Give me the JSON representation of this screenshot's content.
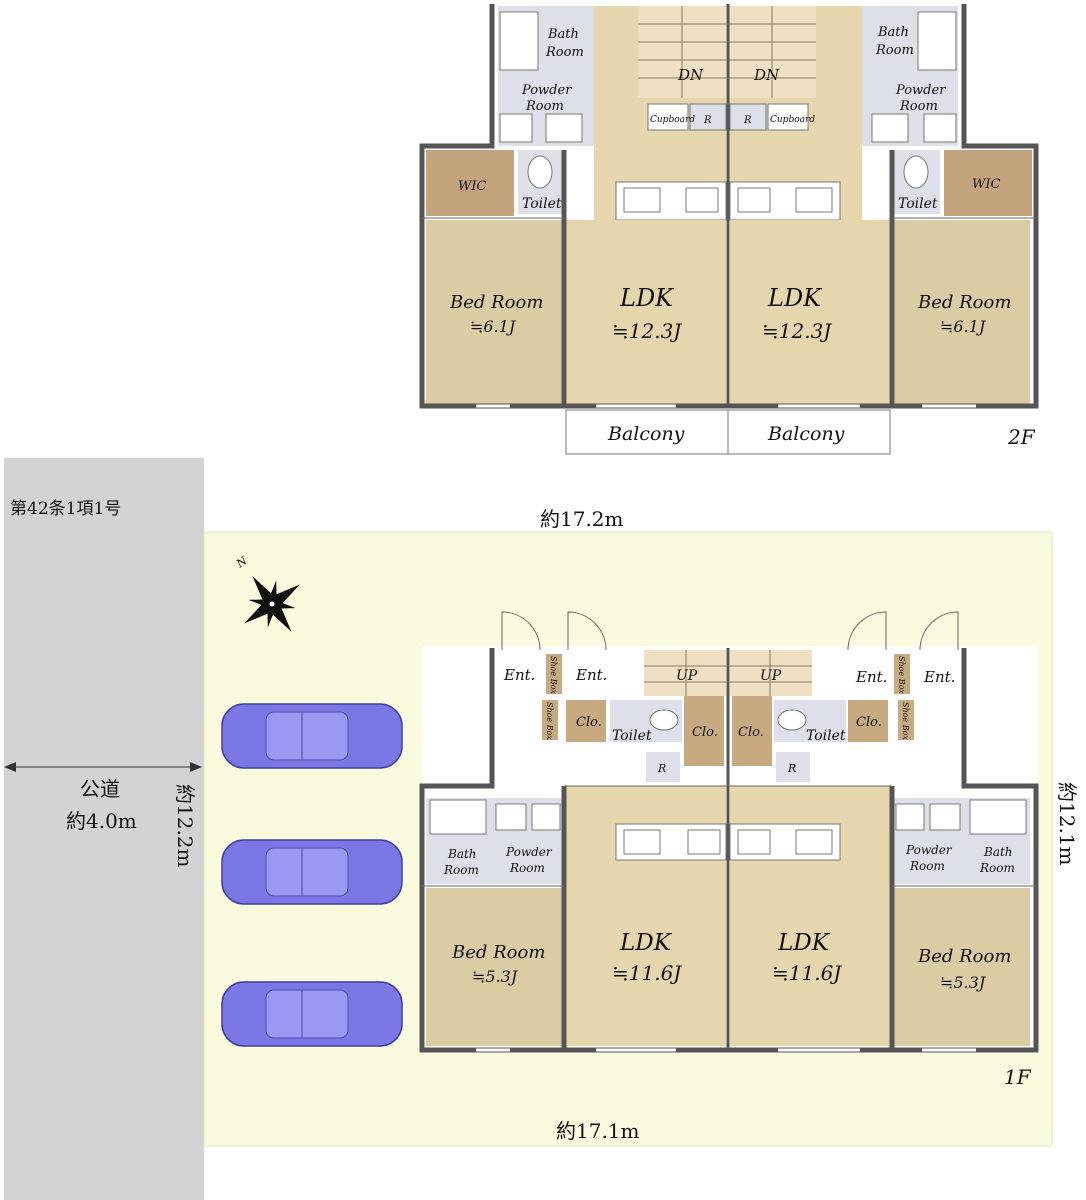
{
  "floor2": {
    "label": "2F",
    "rooms": {
      "bath_l": [
        "Bath",
        "Room"
      ],
      "powder_l": [
        "Powder",
        "Room"
      ],
      "wic_l": "WIC",
      "toilet_l": "Toilet",
      "bed_l": "Bed Room",
      "bed_l_size": "≒6.1J",
      "ldk_l": "LDK",
      "ldk_l_size": "≒12.3J",
      "ldk_r": "LDK",
      "ldk_r_size": "≒12.3J",
      "bed_r": "Bed Room",
      "bed_r_size": "≒6.1J",
      "bath_r": [
        "Bath",
        "Room"
      ],
      "powder_r": [
        "Powder",
        "Room"
      ],
      "wic_r": "WIC",
      "toilet_r": "Toilet",
      "cupboard": "Cupboard",
      "r": "R",
      "dn": "DN",
      "balcony": "Balcony"
    }
  },
  "floor1": {
    "label": "1F",
    "rooms": {
      "ent": "Ent.",
      "shoe_box": "Shoe Box",
      "clo": "Clo.",
      "toilet": "Toilet",
      "up": "UP",
      "r": "R",
      "bath": [
        "Bath",
        "Room"
      ],
      "powder": [
        "Powder",
        "Room"
      ],
      "bed": "Bed Room",
      "bed_size": "≒5.3J",
      "ldk": "LDK",
      "ldk_size": "≒11.6J"
    }
  },
  "site": {
    "road_article": "第42条1項1号",
    "road_name": "公道",
    "road_width": "約4.0m",
    "top_length": "約17.2m",
    "bottom_length": "約17.1m",
    "left_depth": "約12.2m",
    "right_depth": "約12.1m",
    "compass": "N",
    "parking_spaces": 3
  },
  "colors": {
    "ldk": "#e6d6ad",
    "bedroom": "#dccca4",
    "wet_area": "#dde0e8",
    "wic": "#c4a47c",
    "lot": "#fafadf",
    "road": "#d3d3d3",
    "car": "#7b78e6"
  }
}
